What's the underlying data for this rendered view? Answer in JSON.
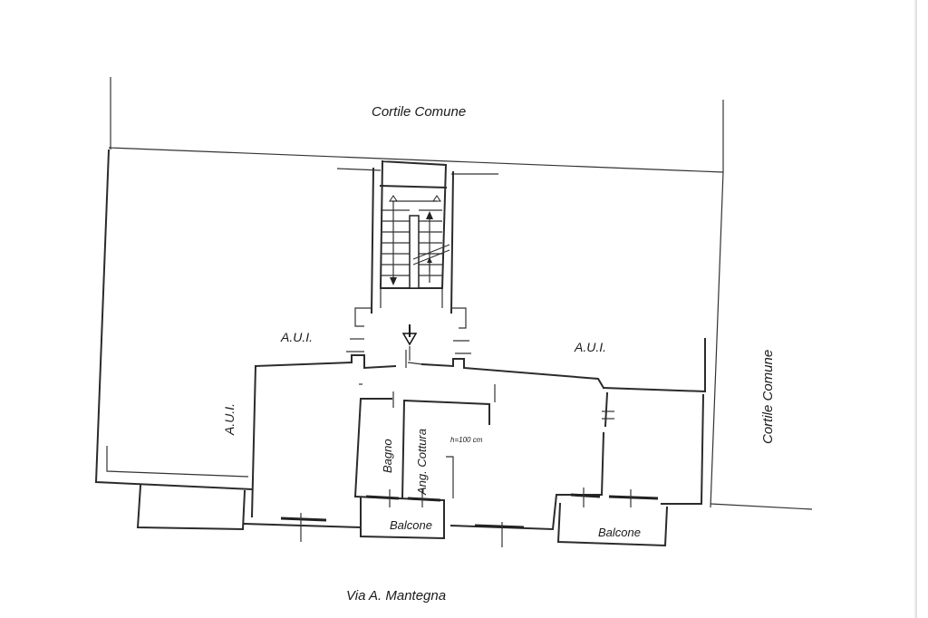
{
  "labels": {
    "cortile_top": "Cortile Comune",
    "cortile_right": "Cortile Comune",
    "aui_left_vertical": "A.U.I.",
    "aui_left": "A.U.I.",
    "aui_right": "A.U.I.",
    "bagno": "Bagno",
    "ang_cottura": "Ang. Cottura",
    "height_note": "h=100 cm",
    "balcone_center": "Balcone",
    "balcone_right": "Balcone",
    "street": "Via A. Mantegna"
  }
}
